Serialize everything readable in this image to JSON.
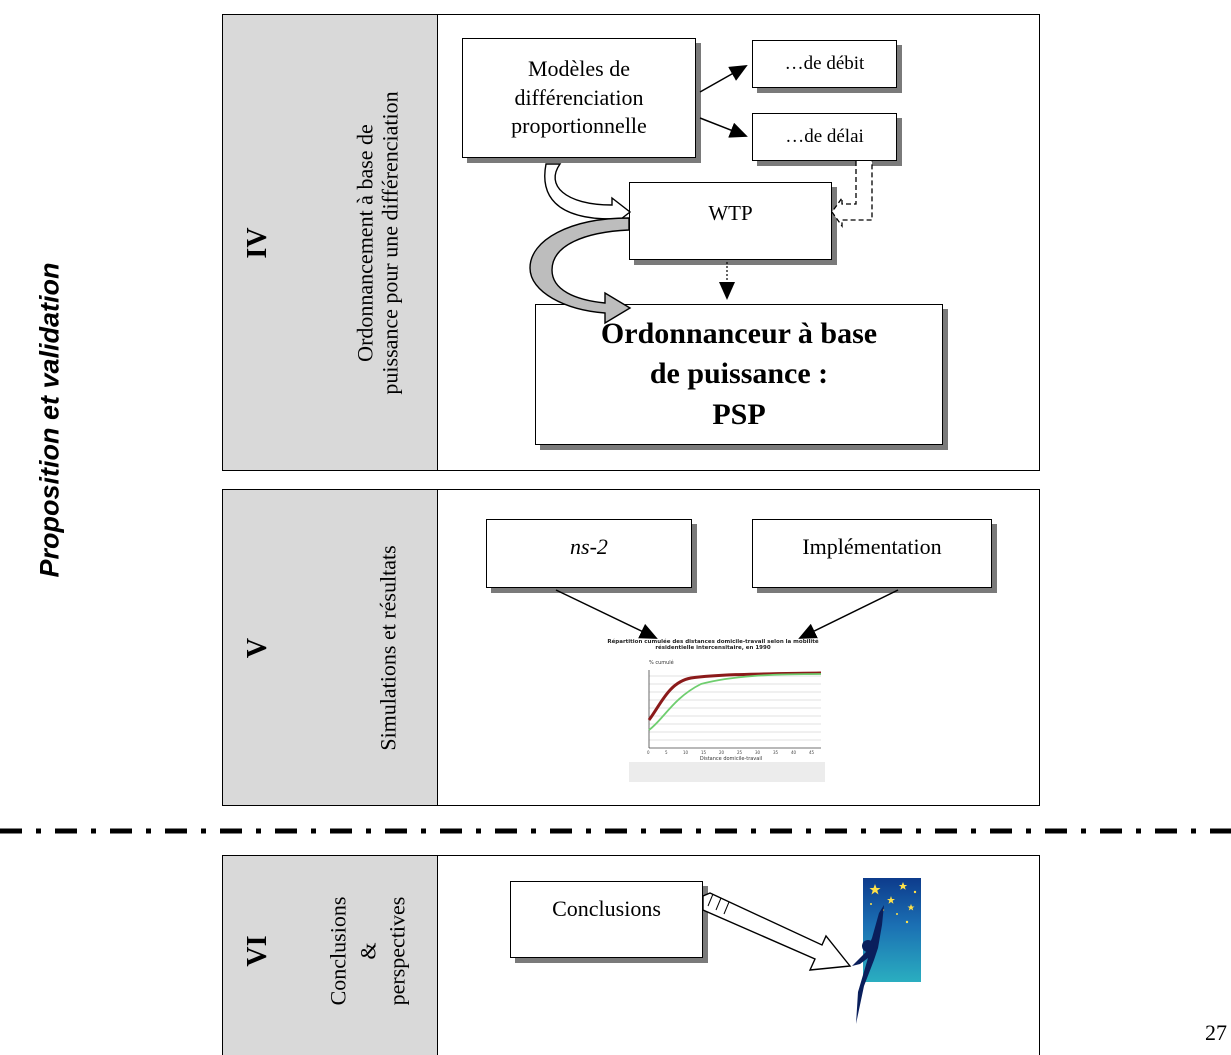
{
  "left_title": "Proposition et validation",
  "page_number": "27",
  "sections": {
    "iv": {
      "roman": "IV",
      "title_line1": "Ordonnancement à base de",
      "title_line2": "puissance pour une différenciation",
      "models_box": [
        "Modèles de",
        "différenciation",
        "proportionnelle"
      ],
      "debit": "…de débit",
      "delai": "…de délai",
      "wtp": "WTP",
      "psp_box": [
        "Ordonnanceur à base",
        "de puissance :",
        "PSP"
      ]
    },
    "v": {
      "roman": "V",
      "title": "Simulations et résultats",
      "ns2": "ns-2",
      "impl": "Implémentation",
      "thumb_title": "Répartition cumulée des distances domicile-travail selon la mobilité résidentielle intercensitaire, en 1990",
      "thumb_ylabel": "% cumulé",
      "thumb_xlabel": "Distance domicile-travail"
    },
    "vi": {
      "roman": "VI",
      "title_line1": "Conclusions",
      "title_line2": "&",
      "title_line3": "perspectives",
      "conclusions": "Conclusions"
    }
  },
  "colors": {
    "side_bg": "#d9d9d9",
    "shadow": "#7a7a7a",
    "thumb_red": "#8b1a1a",
    "thumb_green": "#6fce6f",
    "clipart_bg": "#2aaec0"
  }
}
